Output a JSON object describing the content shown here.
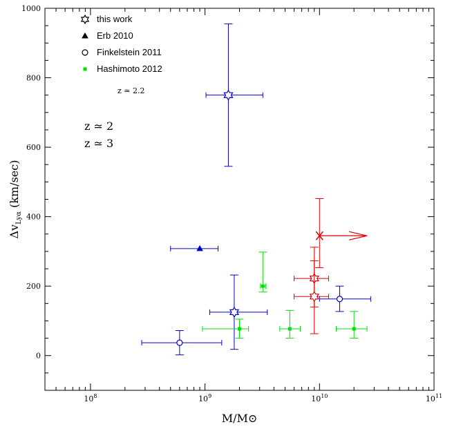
{
  "chart_data": {
    "type": "scatter",
    "title": "",
    "xlabel": "M/M⊙",
    "ylabel": "Δv",
    "ylabel_sub": "Lyα",
    "ylabel_unit": "(km/sec)",
    "x_scale": "log",
    "xlim": [
      40000000.0,
      100000000000.0
    ],
    "ylim": [
      -100,
      1000
    ],
    "x_ticks": [
      {
        "value": 100000000.0,
        "base": "10",
        "exp": "8"
      },
      {
        "value": 1000000000.0,
        "base": "10",
        "exp": "9"
      },
      {
        "value": 10000000000.0,
        "base": "10",
        "exp": "10"
      },
      {
        "value": 100000000000.0,
        "base": "10",
        "exp": "11"
      }
    ],
    "y_ticks": [
      "0",
      "200",
      "400",
      "600",
      "800",
      "1000"
    ],
    "grid": false,
    "colors": {
      "z2": "#0000cc",
      "z3": "#e00000",
      "z22": "#00e000"
    },
    "legend": {
      "placement": "top-left",
      "entries": [
        {
          "marker": "star",
          "label": "this work",
          "color": "#000000"
        },
        {
          "marker": "triangle",
          "label": "Erb 2010",
          "color": "#000000"
        },
        {
          "marker": "circle",
          "label": "Finkelstein 2011",
          "color": "#000000"
        },
        {
          "marker": "square",
          "label": "Hashimoto 2012",
          "color": "#00e000"
        }
      ],
      "z22_note": "z ≃ 2.2",
      "z_notes": [
        {
          "label": "z ≃ 2",
          "color": "#0000cc"
        },
        {
          "label": "z ≃ 3",
          "color": "#e00000"
        }
      ]
    },
    "series": [
      {
        "marker": "star",
        "color": "#0000cc",
        "points": [
          {
            "x": 1600000000.0,
            "y": 750,
            "xlo": 1020000000.0,
            "xhi": 3200000000.0,
            "ylo": 545,
            "yhi": 955
          },
          {
            "x": 1800000000.0,
            "y": 125,
            "xlo": 1100000000.0,
            "xhi": 3500000000.0,
            "ylo": 18,
            "yhi": 232
          }
        ]
      },
      {
        "marker": "triangle",
        "color": "#0000cc",
        "points": [
          {
            "x": 900000000.0,
            "y": 308,
            "xlo": 500000000.0,
            "xhi": 1300000000.0
          }
        ]
      },
      {
        "marker": "circle",
        "color": "#0000cc",
        "points": [
          {
            "x": 600000000.0,
            "y": 37,
            "xlo": 280000000.0,
            "xhi": 1400000000.0,
            "ylo": 2,
            "yhi": 72
          },
          {
            "x": 15000000000.0,
            "y": 163,
            "xlo": 10000000000.0,
            "xhi": 28000000000.0,
            "ylo": 127,
            "yhi": 200
          }
        ]
      },
      {
        "marker": "square",
        "color": "#00e000",
        "points": [
          {
            "x": 3200000000.0,
            "y": 200,
            "xlo": 3050000000.0,
            "xhi": 3400000000.0,
            "ylo": 183,
            "yhi": 298
          },
          {
            "x": 2000000000.0,
            "y": 77,
            "xlo": 950000000.0,
            "xhi": 2400000000.0,
            "ylo": 50,
            "yhi": 105
          },
          {
            "x": 5500000000.0,
            "y": 77,
            "xlo": 4500000000.0,
            "xhi": 6800000000.0,
            "ylo": 50,
            "yhi": 130
          },
          {
            "x": 20000000000.0,
            "y": 77,
            "xlo": 14000000000.0,
            "xhi": 26000000000.0,
            "ylo": 50,
            "yhi": 127
          }
        ]
      },
      {
        "marker": "star",
        "color": "#e00000",
        "points": [
          {
            "x": 9000000000.0,
            "y": 222,
            "xlo": 6000000000.0,
            "xhi": 12000000000.0,
            "ylo": 140,
            "yhi": 312
          },
          {
            "x": 9000000000.0,
            "y": 170,
            "xlo": 6000000000.0,
            "xhi": 12000000000.0,
            "ylo": 63,
            "yhi": 273
          }
        ]
      },
      {
        "marker": "x",
        "color": "#e00000",
        "lower_limit_x": true,
        "points": [
          {
            "x": 10000000000.0,
            "y": 345,
            "xarrow": 26000000000.0,
            "ylo": 253,
            "yhi": 452
          }
        ]
      }
    ]
  }
}
